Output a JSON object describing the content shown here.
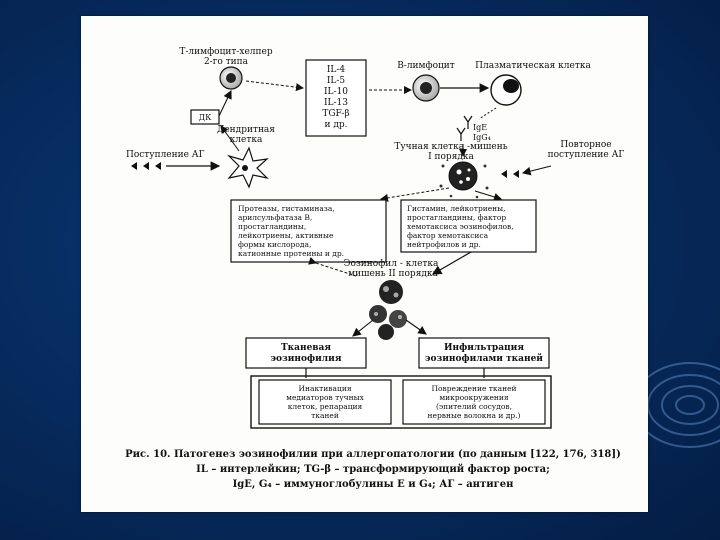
{
  "slide": {
    "background_color": "#062a5c",
    "page_color": "#fdfdfb"
  },
  "diagram": {
    "th2_label_1": "Т-лимфоцит-хелпер",
    "th2_label_2": "2-го типа",
    "cytokines": [
      "IL-4",
      "IL-5",
      "IL-10",
      "IL-13",
      "TGF-β",
      "и др."
    ],
    "b_cell": "В-лимфоцит",
    "plasma_cell": "Плазматическая клетка",
    "ige": "IgE",
    "igg": "IgG₄",
    "dc_box": "ДК",
    "dendritic_1": "Дендритная",
    "dendritic_2": "клетка",
    "ag_entry": "Поступление АГ",
    "mast_1": "Тучная клетка -мишень",
    "mast_2": "I порядка",
    "repeat_1": "Повторное",
    "repeat_2": "поступление АГ",
    "left_box": [
      "Протеазы, гистаминаза,",
      "арилсульфатаза В,",
      "простагландины,",
      "лейкотриены, активные",
      "формы кислорода,",
      "катионные протеины и др."
    ],
    "right_box": [
      "Гистамин, лейкотриены,",
      "простагландины, фактор",
      "хемотаксиса эозинофилов,",
      "фактор хемотаксиса",
      "нейтрофилов и др."
    ],
    "eos_1": "Эозинофил - клетка",
    "eos_2": "мишень II порядка",
    "tissue_eos_1": "Тканевая",
    "tissue_eos_2": "эозинофилия",
    "infil_1": "Инфильтрация",
    "infil_2": "эозинофилами тканей",
    "activation_1": "Инактивация",
    "activation_2": "медиаторов тучных",
    "activation_3": "клеток, репарация",
    "activation_4": "тканей",
    "damage_1": "Повреждение тканей",
    "damage_2": "микроокружения",
    "damage_3": "(эпителий сосудов,",
    "damage_4": "нервные волокна и др.)"
  },
  "caption": {
    "line1": "Рис. 10. Патогенез эозинофилии при аллергопатологии (по данным [122, 176, 318])",
    "line2": "IL – интерлейкин; TG-β – трансформирующий фактор роста;",
    "line3": "IgE, G₄ – иммуноглобулины E и G₄; АГ – антиген"
  }
}
